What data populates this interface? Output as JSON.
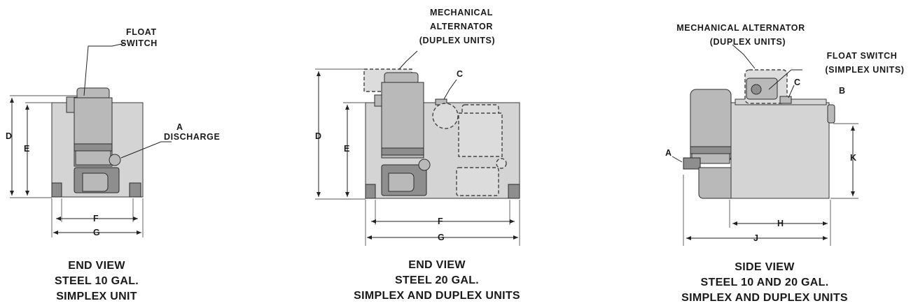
{
  "views": [
    {
      "labels": {
        "float_switch_1": "FLOAT",
        "float_switch_2": "SWITCH",
        "a": "A",
        "discharge": "DISCHARGE",
        "d": "D",
        "e": "E",
        "f": "F",
        "g": "G"
      },
      "caption": [
        "END VIEW",
        "STEEL 10 GAL.",
        "SIMPLEX UNIT"
      ]
    },
    {
      "labels": {
        "alt_1": "MECHANICAL",
        "alt_2": "ALTERNATOR",
        "alt_3": "(DUPLEX UNITS)",
        "c": "C",
        "d": "D",
        "e": "E",
        "f": "F",
        "g": "G"
      },
      "caption": [
        "END VIEW",
        "STEEL 20 GAL.",
        "SIMPLEX AND DUPLEX UNITS"
      ]
    },
    {
      "labels": {
        "alt_1": "MECHANICAL ALTERNATOR",
        "alt_2": "(DUPLEX UNITS)",
        "fs_1": "FLOAT SWITCH",
        "fs_2": "(SIMPLEX UNITS)",
        "c": "C",
        "b": "B",
        "a": "A",
        "k": "K",
        "h": "H",
        "j": "J"
      },
      "caption": [
        "SIDE VIEW",
        "STEEL 10 AND 20 GAL.",
        "SIMPLEX AND DUPLEX UNITS"
      ]
    }
  ]
}
